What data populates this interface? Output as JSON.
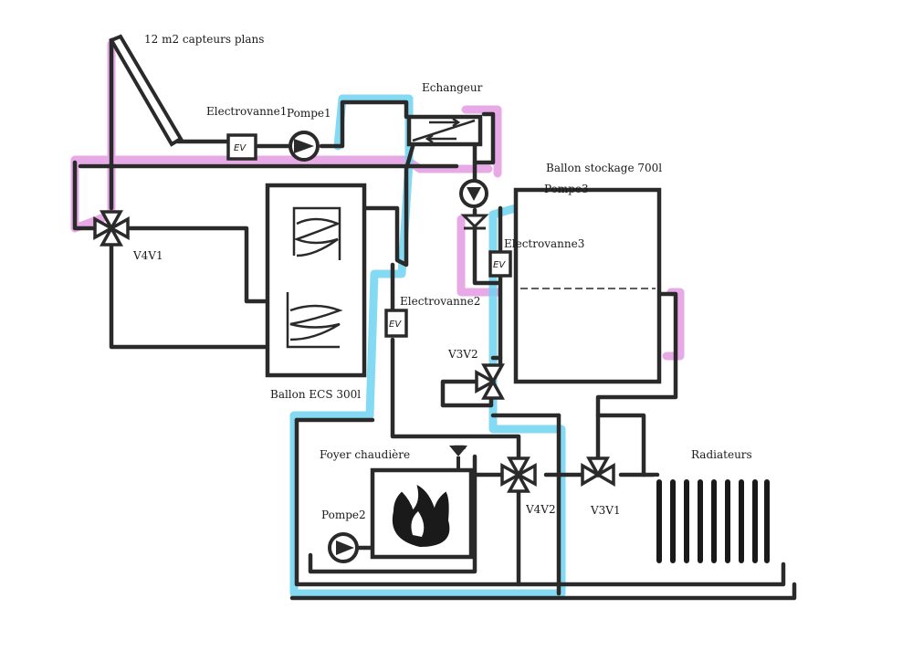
{
  "labels": {
    "collectors": "12 m2 capteurs plans",
    "electrovanne1": "Electrovanne1",
    "pompe1": "Pompe1",
    "echangeur": "Echangeur",
    "ballon_stockage": "Ballon stockage 700l",
    "pompe3": "Pompe3",
    "electrovanne3": "Electrovanne3",
    "v4v1": "V4V1",
    "electrovanne2": "Electrovanne2",
    "v3v2": "V3V2",
    "ballon_ecs": "Ballon ECS 300l",
    "foyer": "Foyer chaudière",
    "radiateurs": "Radiateurs",
    "pompe2": "Pompe2",
    "v4v2": "V4V2",
    "v3v1": "V3V1"
  },
  "ev_text": "EV",
  "colors": {
    "pipe": "#2a2a2a",
    "highlight_cyan": "#6fd3f0",
    "highlight_magenta": "#e49be3",
    "paper": "#ffffff"
  },
  "icons": [
    "solar-collector-icon",
    "electrovalve-icon",
    "pump-icon",
    "exchanger-icon",
    "four-way-valve-icon",
    "three-way-valve-icon",
    "coil-icon",
    "flame-icon",
    "radiator-icon"
  ]
}
